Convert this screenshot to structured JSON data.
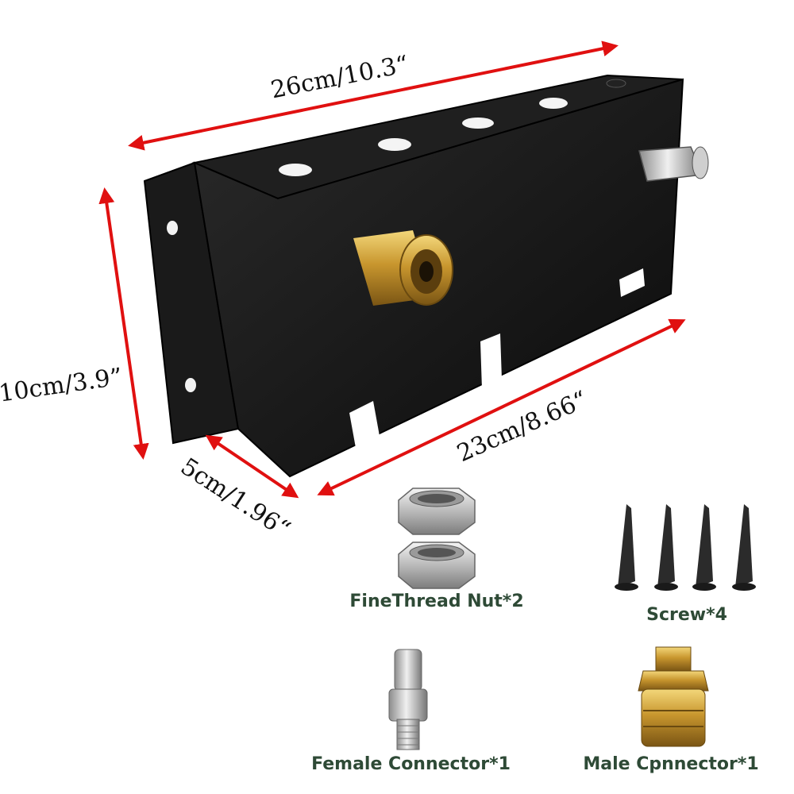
{
  "dimensions": {
    "length_top": "26cm/10.3“",
    "height": "10cm/3.9”",
    "depth": "5cm/1.96“",
    "length_bottom": "23cm/8.66“"
  },
  "accessories": [
    {
      "label": "FineThread Nut*2"
    },
    {
      "label": "Screw*4"
    },
    {
      "label": "Female Connector*1"
    },
    {
      "label": "Male Cpnnector*1"
    }
  ],
  "colors": {
    "arrow": "#e01010",
    "caption": "#2e4a36",
    "box": "#141414"
  }
}
